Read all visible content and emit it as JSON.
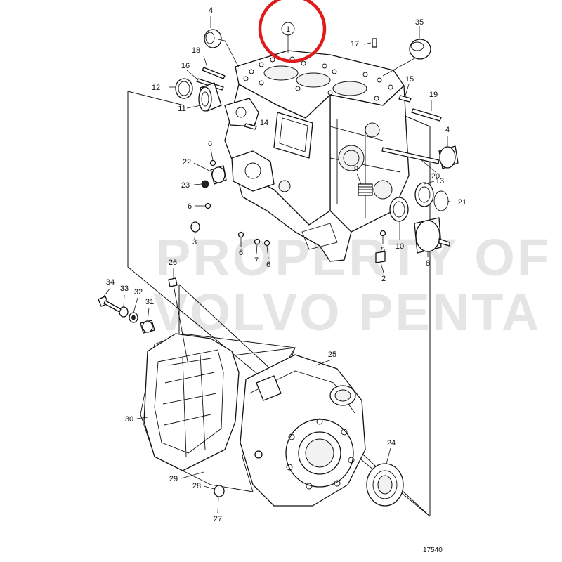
{
  "diagram": {
    "watermark_line1": "PROPERTY OF",
    "watermark_line2": "VOLVO PENTA",
    "diagram_id": "17540",
    "highlight_color": "#e0191b",
    "highlighted_part": "1",
    "callouts": {
      "c1": "1",
      "c2": "2",
      "c3": "3",
      "c4a": "4",
      "c4b": "4",
      "c5": "5",
      "c6a": "6",
      "c6b": "6",
      "c6c": "6",
      "c6d": "6",
      "c7": "7",
      "c8": "8",
      "c9": "9",
      "c10": "10",
      "c11": "11",
      "c12": "12",
      "c13": "13",
      "c14": "14",
      "c15": "15",
      "c16": "16",
      "c17": "17",
      "c18": "18",
      "c19": "19",
      "c20": "20",
      "c21": "21",
      "c22": "22",
      "c23": "23",
      "c24": "24",
      "c25": "25",
      "c26": "26",
      "c27": "27",
      "c28": "28",
      "c29": "29",
      "c30": "30",
      "c31": "31",
      "c32": "32",
      "c33": "33",
      "c34": "34",
      "c35": "35"
    }
  }
}
